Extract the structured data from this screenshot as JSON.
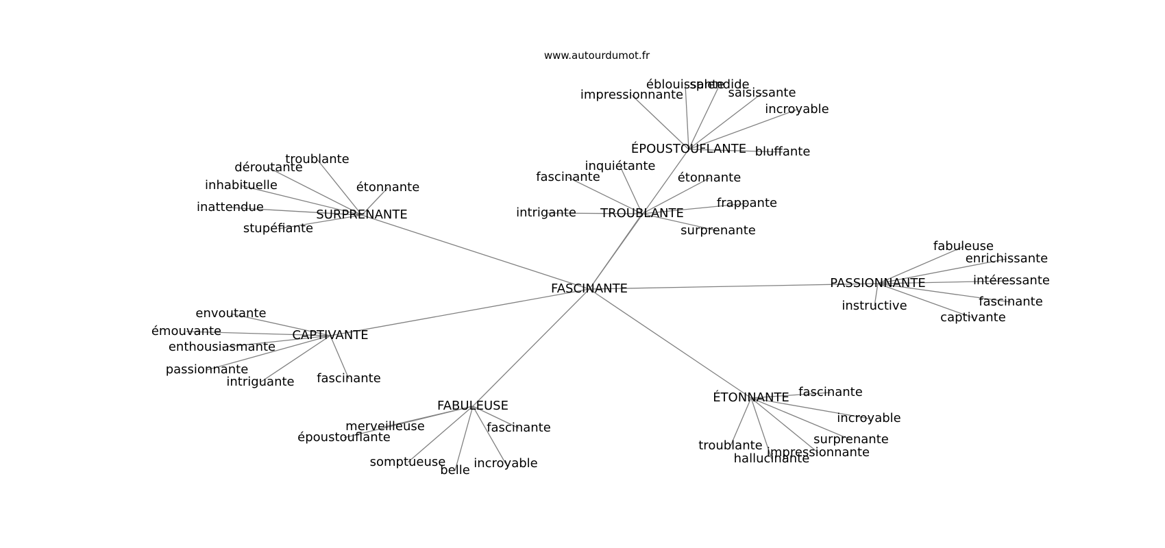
{
  "source": "www.autourdumot.fr",
  "center": "FASCINANTE",
  "groups": [
    {
      "hub": "ÉPOUSTOUFLANTE",
      "words": [
        "impressionnante",
        "éblouissante",
        "splendide",
        "saisissante",
        "incroyable",
        "bluffante"
      ]
    },
    {
      "hub": "TROUBLANTE",
      "words": [
        "fascinante",
        "inquiétante",
        "étonnante",
        "frappante",
        "intrigante",
        "surprenante"
      ]
    },
    {
      "hub": "SURPRENANTE",
      "words": [
        "troublante",
        "déroutante",
        "inhabituelle",
        "étonnante",
        "inattendue",
        "stupéfiante"
      ]
    },
    {
      "hub": "PASSIONNANTE",
      "words": [
        "fabuleuse",
        "enrichissante",
        "intéressante",
        "fascinante",
        "captivante",
        "instructive"
      ]
    },
    {
      "hub": "CAPTIVANTE",
      "words": [
        "envoutante",
        "émouvante",
        "enthousiasmante",
        "passionnante",
        "intriguante",
        "fascinante"
      ]
    },
    {
      "hub": "FABULEUSE",
      "words": [
        "merveilleuse",
        "époustouflante",
        "somptueuse",
        "belle",
        "incroyable",
        "fascinante"
      ]
    },
    {
      "hub": "ÉTONNANTE",
      "words": [
        "fascinante",
        "incroyable",
        "surprenante",
        "impressionnante",
        "hallucinante",
        "troublante"
      ]
    }
  ],
  "colors": {
    "edge": "#808080",
    "text": "#000000",
    "background": "#ffffff"
  }
}
